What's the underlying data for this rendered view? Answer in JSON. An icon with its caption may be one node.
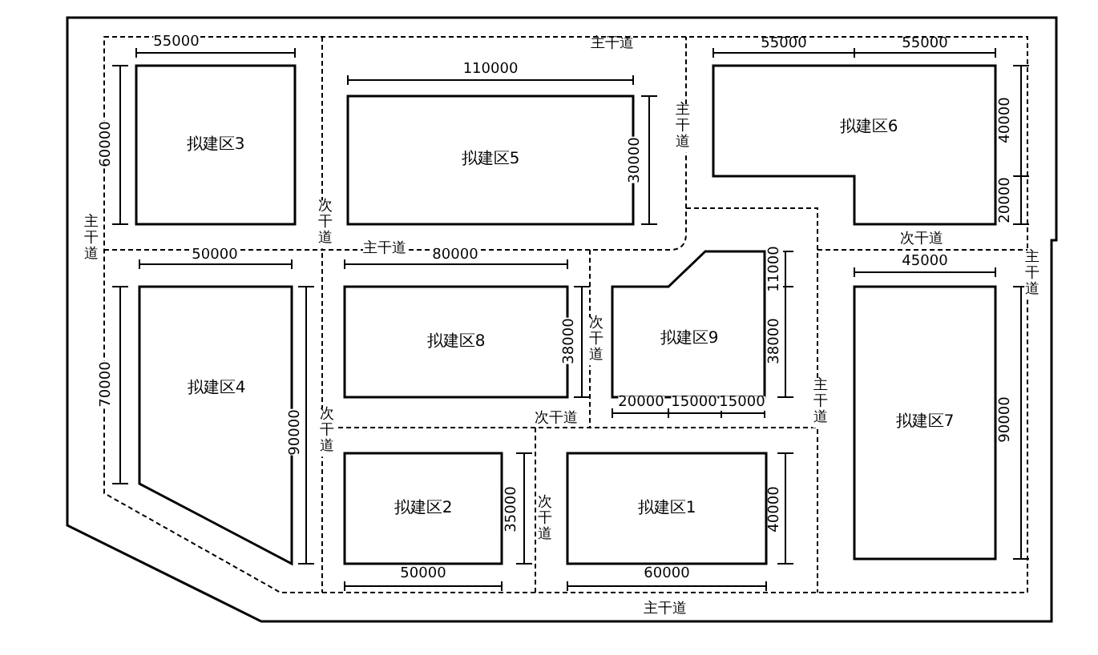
{
  "diagram": {
    "nodes": [
      {
        "text": [
          "拟建区3"
        ]
      },
      {
        "text": [
          "拟建区5"
        ]
      },
      {
        "text": [
          "拟建区6"
        ]
      },
      {
        "text": [
          "拟建区4"
        ]
      },
      {
        "text": [
          "拟建区8"
        ]
      },
      {
        "text": [
          "拟建区9"
        ]
      },
      {
        "text": [
          "拟建区7"
        ]
      },
      {
        "text": [
          "拟建区2"
        ]
      },
      {
        "text": [
          "拟建区1"
        ]
      }
    ],
    "edges": [],
    "labels": [
      "55000",
      "主干道",
      "55000",
      "55000",
      "110000",
      "60000",
      "30000",
      "主干道",
      "40000",
      "20000",
      "主干道",
      "次干道",
      "主干道",
      "次干道",
      "50000",
      "80000",
      "11000",
      "45000",
      "主干道",
      "70000",
      "38000",
      "次干道",
      "38000",
      "90000",
      "主干道",
      "20000",
      "15000",
      "15000",
      "次干道",
      "次干道",
      "90000",
      "35000",
      "次干道",
      "40000",
      "50000",
      "60000",
      "主干道"
    ]
  }
}
